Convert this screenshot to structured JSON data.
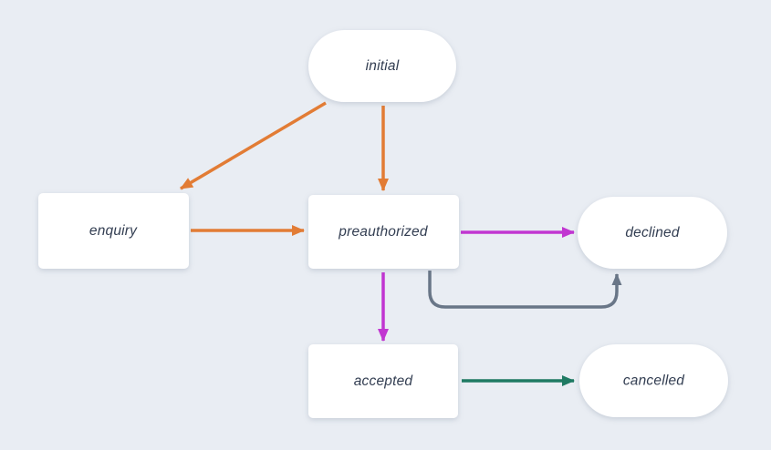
{
  "diagram": {
    "type": "state-diagram",
    "background": "#e9edf3",
    "node_fill": "#ffffff",
    "text_color": "#333e52",
    "colors": {
      "orange": "#e27c35",
      "magenta": "#c136d1",
      "gray": "#697687",
      "teal": "#1f7a63"
    },
    "nodes": [
      {
        "id": "initial",
        "label": "initial",
        "shape": "pill"
      },
      {
        "id": "enquiry",
        "label": "enquiry",
        "shape": "rect"
      },
      {
        "id": "preauthorized",
        "label": "preauthorized",
        "shape": "rect"
      },
      {
        "id": "declined",
        "label": "declined",
        "shape": "pill"
      },
      {
        "id": "accepted",
        "label": "accepted",
        "shape": "rect"
      },
      {
        "id": "cancelled",
        "label": "cancelled",
        "shape": "pill"
      }
    ],
    "edges": [
      {
        "from": "initial",
        "to": "enquiry",
        "color": "orange"
      },
      {
        "from": "initial",
        "to": "preauthorized",
        "color": "orange"
      },
      {
        "from": "enquiry",
        "to": "preauthorized",
        "color": "orange"
      },
      {
        "from": "preauthorized",
        "to": "declined",
        "color": "magenta"
      },
      {
        "from": "preauthorized",
        "to": "accepted",
        "color": "magenta"
      },
      {
        "from": "preauthorized",
        "to": "declined",
        "color": "gray",
        "route": "loop-under"
      },
      {
        "from": "accepted",
        "to": "cancelled",
        "color": "teal"
      }
    ]
  }
}
